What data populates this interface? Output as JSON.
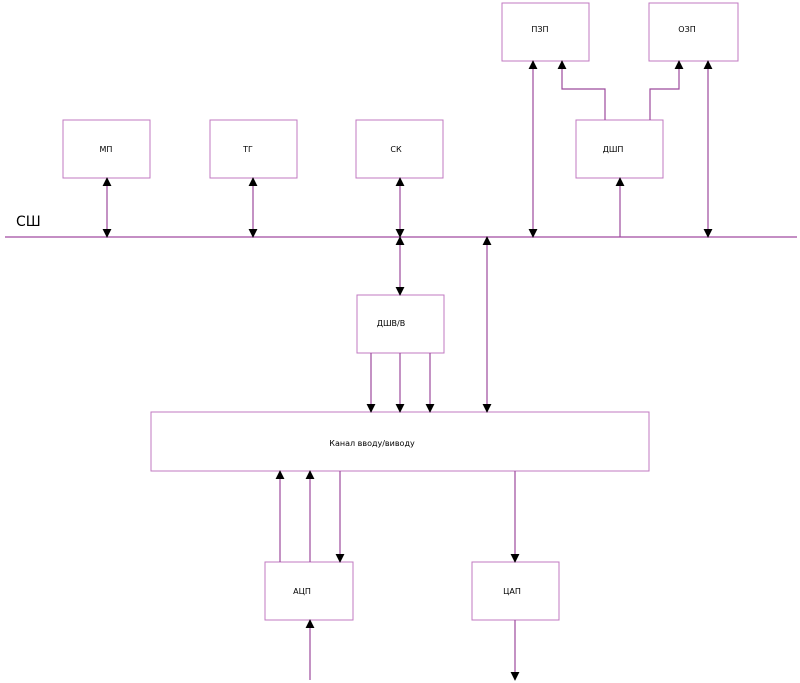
{
  "bus": {
    "label": "СШ"
  },
  "blocks": {
    "mp": "МП",
    "tg": "ТГ",
    "sk": "СК",
    "pzp": "ПЗП",
    "ozp": "ОЗП",
    "dshp": "ДШП",
    "dshvv": "ДШВ/В",
    "io_channel": "Канал вводу/виводу",
    "adc": "АЦП",
    "dac": "ЦАП"
  },
  "colors": {
    "lines": "#9c4a9c",
    "box_border": "#c07ac0",
    "arrowheads": "#000000"
  }
}
